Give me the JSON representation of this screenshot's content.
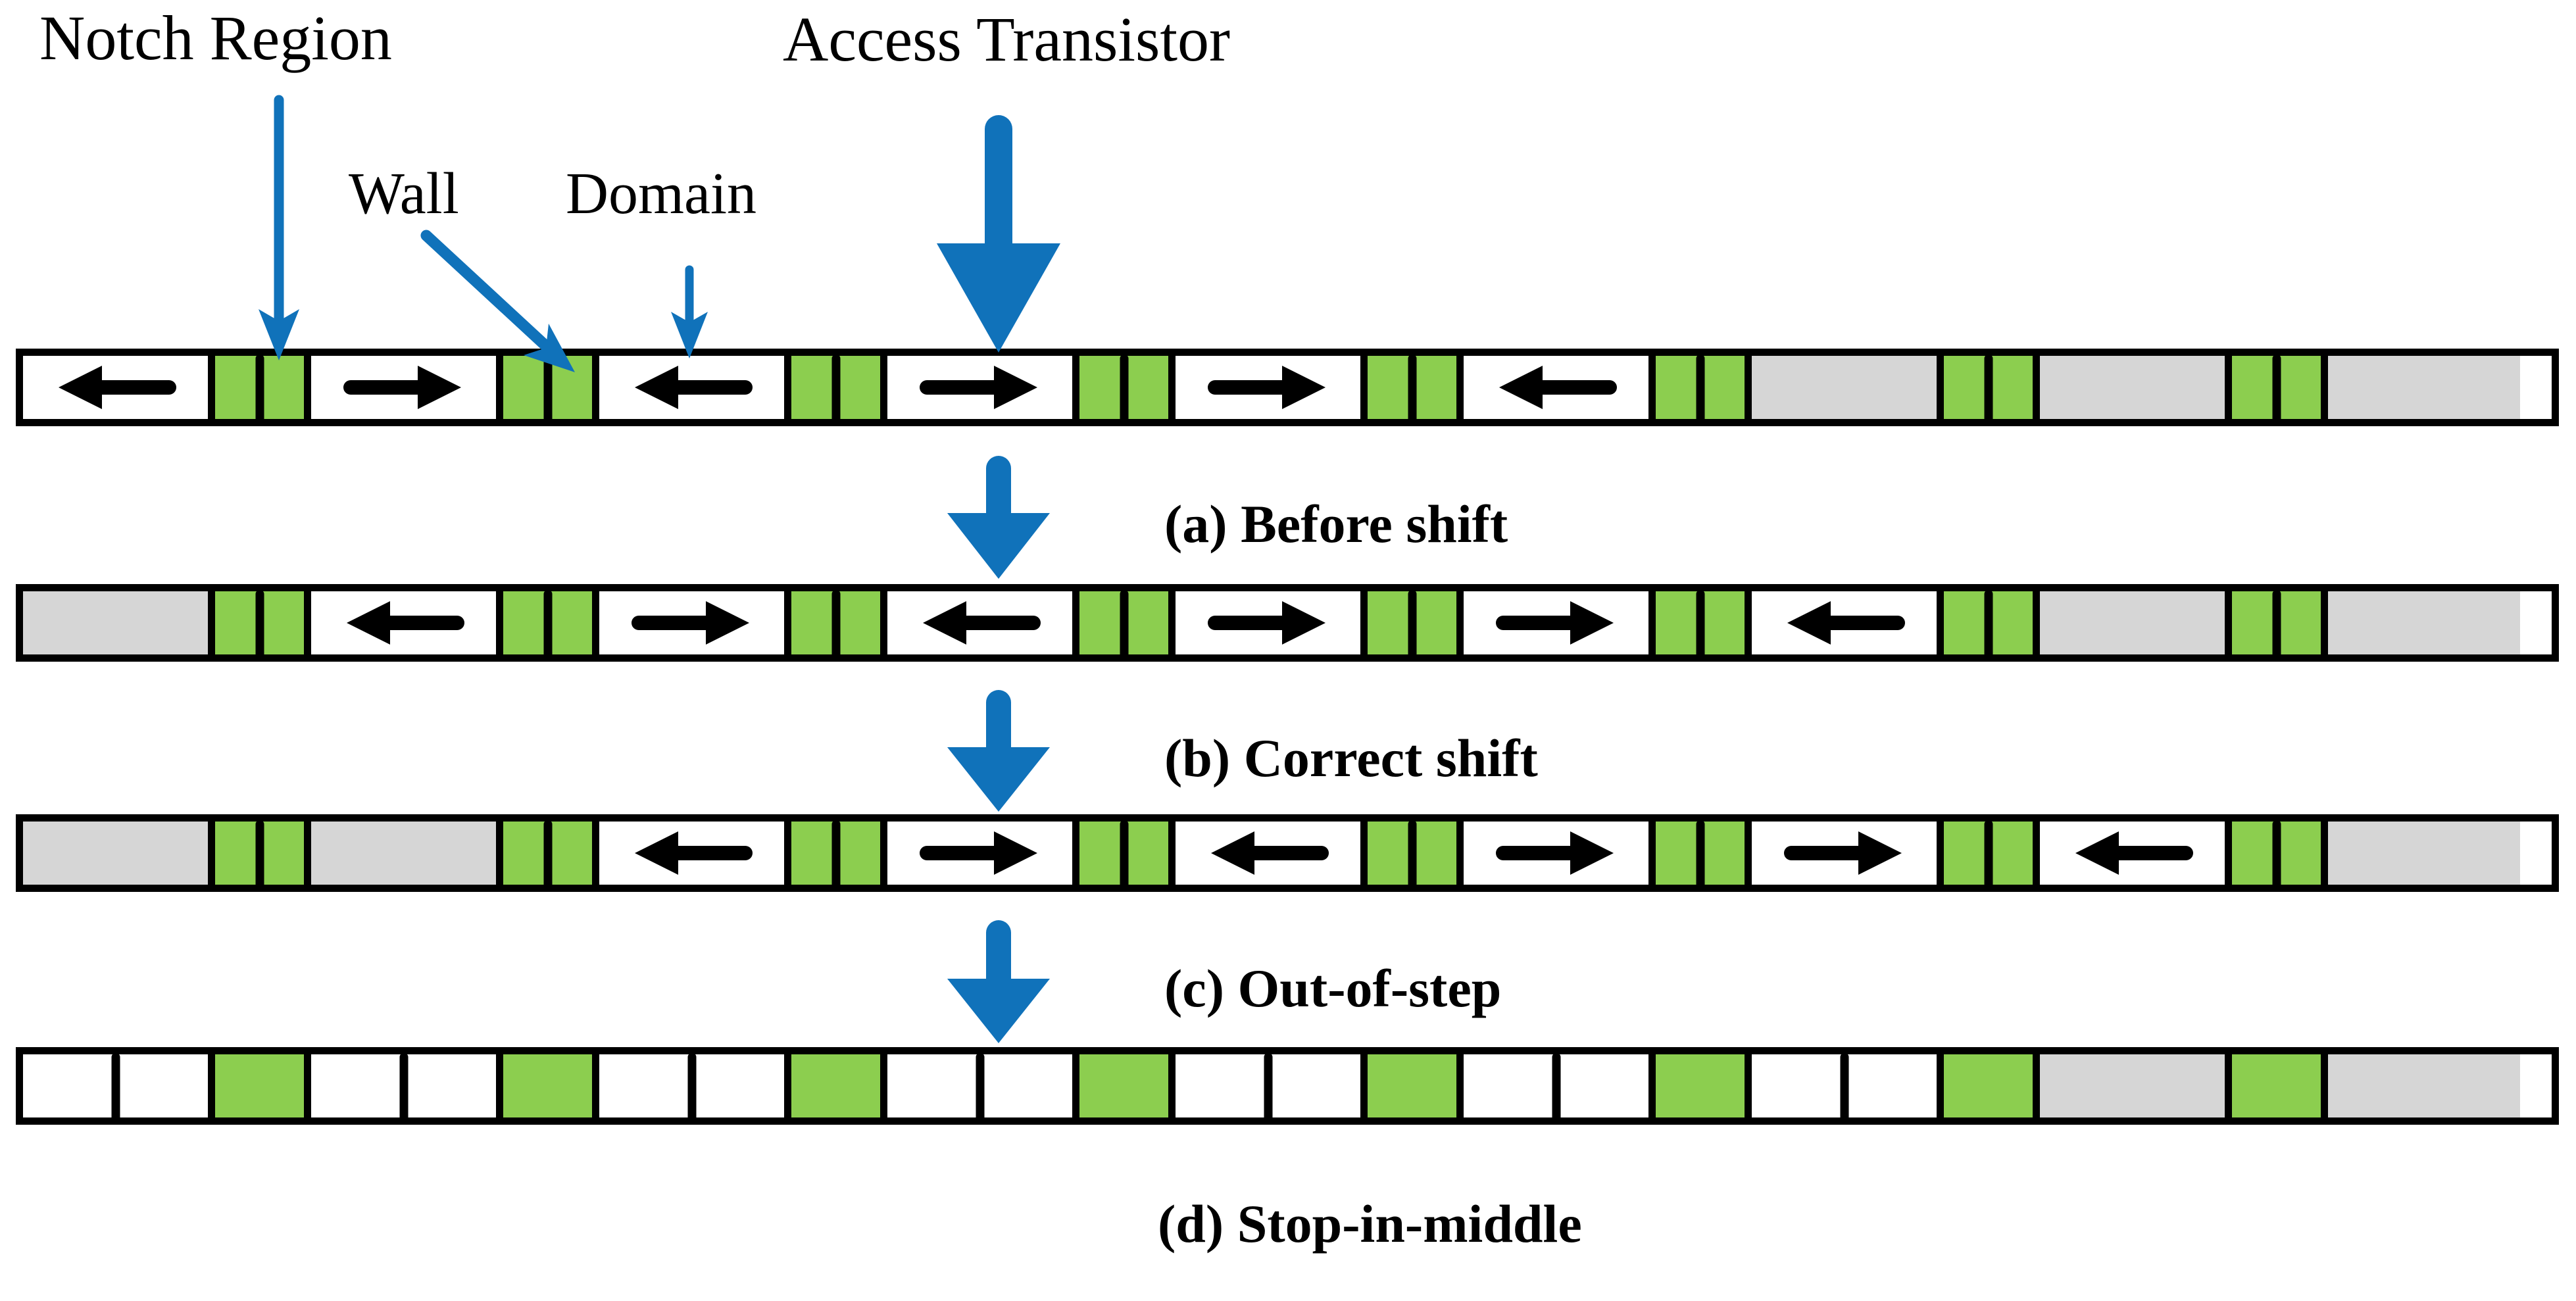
{
  "figure": {
    "title": "Racetrack memory shift operation states",
    "colors": {
      "notch_green": "#8CCE4F",
      "empty_gray": "#D6D6D6",
      "pointer_blue": "#1072BA",
      "outline_black": "#000000",
      "domain_white": "#FFFFFF"
    }
  },
  "annotations": [
    {
      "id": "notch-region",
      "label": "Notch Region",
      "pointer": "arrow-down"
    },
    {
      "id": "wall",
      "label": "Wall",
      "pointer": "arrow-diagonal"
    },
    {
      "id": "domain",
      "label": "Domain",
      "pointer": "arrow-down"
    },
    {
      "id": "access-transistor",
      "label": "Access Transistor",
      "pointer": "arrow-down-thick"
    }
  ],
  "captions": {
    "a": "(a) Before shift",
    "b": "(b) Correct shift",
    "c": "(c) Out-of-step",
    "d": "(d) Stop-in-middle"
  },
  "tracks": [
    {
      "id": "a",
      "caption": "(a) Before shift",
      "cells": [
        {
          "type": "domain",
          "magnetization": "left",
          "wall": false
        },
        {
          "type": "notch",
          "magnetization": "none",
          "wall": true
        },
        {
          "type": "domain",
          "magnetization": "right",
          "wall": false
        },
        {
          "type": "notch",
          "magnetization": "none",
          "wall": true
        },
        {
          "type": "domain",
          "magnetization": "left",
          "wall": false
        },
        {
          "type": "notch",
          "magnetization": "none",
          "wall": true
        },
        {
          "type": "domain",
          "magnetization": "right",
          "wall": false
        },
        {
          "type": "notch",
          "magnetization": "none",
          "wall": true
        },
        {
          "type": "domain",
          "magnetization": "right",
          "wall": false
        },
        {
          "type": "notch",
          "magnetization": "none",
          "wall": true
        },
        {
          "type": "domain",
          "magnetization": "left",
          "wall": false
        },
        {
          "type": "notch",
          "magnetization": "none",
          "wall": true
        },
        {
          "type": "gray",
          "magnetization": "none",
          "wall": false
        },
        {
          "type": "notch",
          "magnetization": "none",
          "wall": true
        },
        {
          "type": "gray",
          "magnetization": "none",
          "wall": false
        },
        {
          "type": "notch",
          "magnetization": "none",
          "wall": true
        },
        {
          "type": "gray",
          "magnetization": "none",
          "wall": false
        }
      ]
    },
    {
      "id": "b",
      "caption": "(b) Correct shift",
      "cells": [
        {
          "type": "gray",
          "magnetization": "none",
          "wall": false
        },
        {
          "type": "notch",
          "magnetization": "none",
          "wall": true
        },
        {
          "type": "domain",
          "magnetization": "left",
          "wall": false
        },
        {
          "type": "notch",
          "magnetization": "none",
          "wall": true
        },
        {
          "type": "domain",
          "magnetization": "right",
          "wall": false
        },
        {
          "type": "notch",
          "magnetization": "none",
          "wall": true
        },
        {
          "type": "domain",
          "magnetization": "left",
          "wall": false
        },
        {
          "type": "notch",
          "magnetization": "none",
          "wall": true
        },
        {
          "type": "domain",
          "magnetization": "right",
          "wall": false
        },
        {
          "type": "notch",
          "magnetization": "none",
          "wall": true
        },
        {
          "type": "domain",
          "magnetization": "right",
          "wall": false
        },
        {
          "type": "notch",
          "magnetization": "none",
          "wall": true
        },
        {
          "type": "domain",
          "magnetization": "left",
          "wall": false
        },
        {
          "type": "notch",
          "magnetization": "none",
          "wall": true
        },
        {
          "type": "gray",
          "magnetization": "none",
          "wall": false
        },
        {
          "type": "notch",
          "magnetization": "none",
          "wall": true
        },
        {
          "type": "gray",
          "magnetization": "none",
          "wall": false
        }
      ]
    },
    {
      "id": "c",
      "caption": "(c) Out-of-step",
      "cells": [
        {
          "type": "gray",
          "magnetization": "none",
          "wall": false
        },
        {
          "type": "notch",
          "magnetization": "none",
          "wall": true
        },
        {
          "type": "gray",
          "magnetization": "none",
          "wall": false
        },
        {
          "type": "notch",
          "magnetization": "none",
          "wall": true
        },
        {
          "type": "domain",
          "magnetization": "left",
          "wall": false
        },
        {
          "type": "notch",
          "magnetization": "none",
          "wall": true
        },
        {
          "type": "domain",
          "magnetization": "right",
          "wall": false
        },
        {
          "type": "notch",
          "magnetization": "none",
          "wall": true
        },
        {
          "type": "domain",
          "magnetization": "left",
          "wall": false
        },
        {
          "type": "notch",
          "magnetization": "none",
          "wall": true
        },
        {
          "type": "domain",
          "magnetization": "right",
          "wall": false
        },
        {
          "type": "notch",
          "magnetization": "none",
          "wall": true
        },
        {
          "type": "domain",
          "magnetization": "right",
          "wall": false
        },
        {
          "type": "notch",
          "magnetization": "none",
          "wall": true
        },
        {
          "type": "domain",
          "magnetization": "left",
          "wall": false
        },
        {
          "type": "notch",
          "magnetization": "none",
          "wall": true
        },
        {
          "type": "gray",
          "magnetization": "none",
          "wall": false
        }
      ]
    },
    {
      "id": "d",
      "caption": "(d) Stop-in-middle",
      "cells": [
        {
          "type": "domain",
          "magnetization": "none",
          "wall": true
        },
        {
          "type": "notch",
          "magnetization": "none",
          "wall": false
        },
        {
          "type": "domain",
          "magnetization": "none",
          "wall": true
        },
        {
          "type": "notch",
          "magnetization": "none",
          "wall": false
        },
        {
          "type": "domain",
          "magnetization": "none",
          "wall": true
        },
        {
          "type": "notch",
          "magnetization": "none",
          "wall": false
        },
        {
          "type": "domain",
          "magnetization": "none",
          "wall": true
        },
        {
          "type": "notch",
          "magnetization": "none",
          "wall": false
        },
        {
          "type": "domain",
          "magnetization": "none",
          "wall": true
        },
        {
          "type": "notch",
          "magnetization": "none",
          "wall": false
        },
        {
          "type": "domain",
          "magnetization": "none",
          "wall": true
        },
        {
          "type": "notch",
          "magnetization": "none",
          "wall": false
        },
        {
          "type": "domain",
          "magnetization": "none",
          "wall": true
        },
        {
          "type": "notch",
          "magnetization": "none",
          "wall": false
        },
        {
          "type": "gray",
          "magnetization": "none",
          "wall": false
        },
        {
          "type": "notch",
          "magnetization": "none",
          "wall": false
        },
        {
          "type": "gray",
          "magnetization": "none",
          "wall": false
        }
      ]
    }
  ]
}
